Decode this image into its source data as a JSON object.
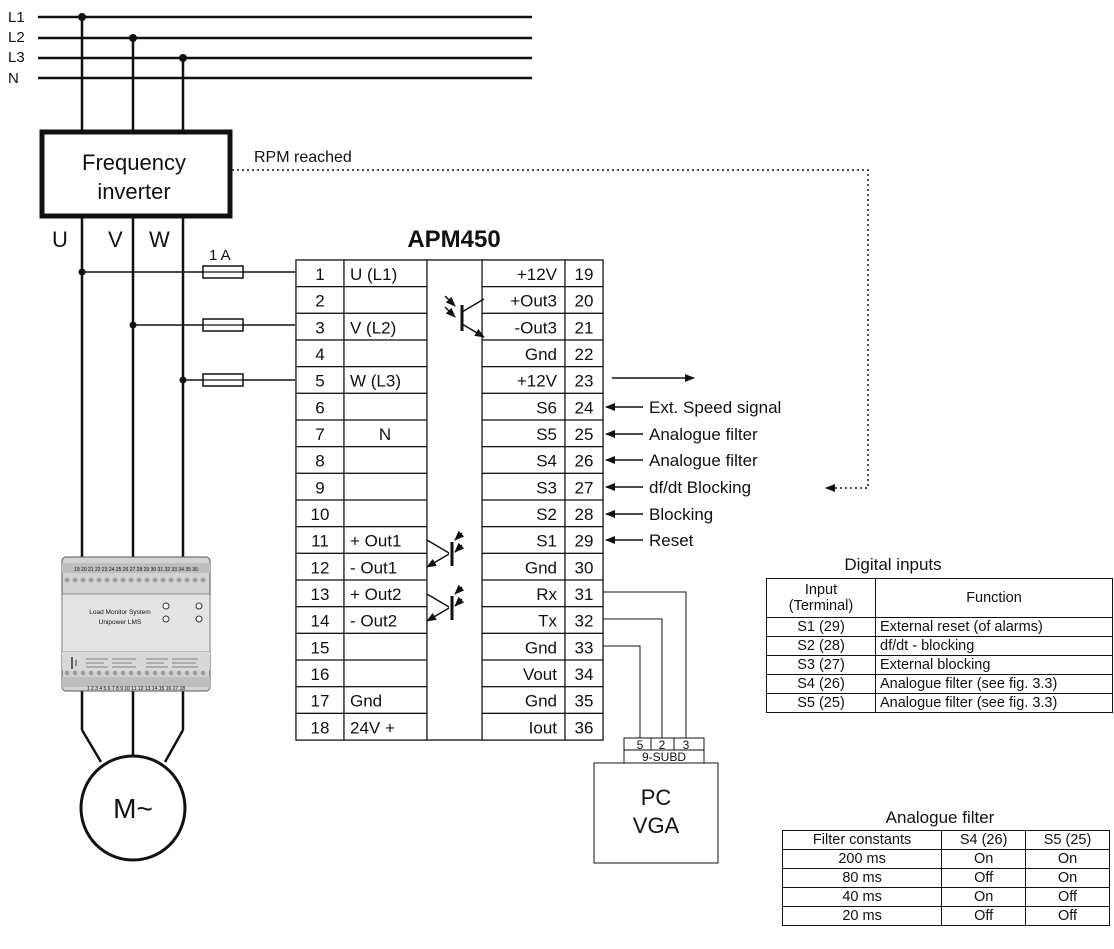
{
  "supply": {
    "lines": [
      "L1",
      "L2",
      "L3",
      "N"
    ]
  },
  "inverter": {
    "line1": "Frequency",
    "line2": "inverter",
    "outputs": [
      "U",
      "V",
      "W"
    ],
    "signal": "RPM reached"
  },
  "fuse": {
    "label": "1 A"
  },
  "device": {
    "title": "APM450",
    "left": [
      {
        "num": "1",
        "label": "U (L1)"
      },
      {
        "num": "2",
        "label": ""
      },
      {
        "num": "3",
        "label": "V (L2)"
      },
      {
        "num": "4",
        "label": ""
      },
      {
        "num": "5",
        "label": "W (L3)"
      },
      {
        "num": "6",
        "label": ""
      },
      {
        "num": "7",
        "label": "N"
      },
      {
        "num": "8",
        "label": ""
      },
      {
        "num": "9",
        "label": ""
      },
      {
        "num": "10",
        "label": ""
      },
      {
        "num": "11",
        "label": "+ Out1"
      },
      {
        "num": "12",
        "label": "- Out1"
      },
      {
        "num": "13",
        "label": "+ Out2"
      },
      {
        "num": "14",
        "label": "- Out2"
      },
      {
        "num": "15",
        "label": ""
      },
      {
        "num": "16",
        "label": ""
      },
      {
        "num": "17",
        "label": "Gnd"
      },
      {
        "num": "18",
        "label": "24V +"
      }
    ],
    "right": [
      {
        "num": "19",
        "label": "+12V"
      },
      {
        "num": "20",
        "label": "+Out3"
      },
      {
        "num": "21",
        "label": "-Out3"
      },
      {
        "num": "22",
        "label": "Gnd"
      },
      {
        "num": "23",
        "label": "+12V"
      },
      {
        "num": "24",
        "label": "S6"
      },
      {
        "num": "25",
        "label": "S5"
      },
      {
        "num": "26",
        "label": "S4"
      },
      {
        "num": "27",
        "label": "S3"
      },
      {
        "num": "28",
        "label": "S2"
      },
      {
        "num": "29",
        "label": "S1"
      },
      {
        "num": "30",
        "label": "Gnd"
      },
      {
        "num": "31",
        "label": "Rx"
      },
      {
        "num": "32",
        "label": "Tx"
      },
      {
        "num": "33",
        "label": "Gnd"
      },
      {
        "num": "34",
        "label": "Vout"
      },
      {
        "num": "35",
        "label": "Gnd"
      },
      {
        "num": "36",
        "label": "Iout"
      }
    ]
  },
  "signals": {
    "s24": "Ext. Speed signal",
    "s25": "Analogue filter",
    "s26": "Analogue filter",
    "s27": "df/dt Blocking",
    "s28": "Blocking",
    "s29": "Reset"
  },
  "pc": {
    "connector": "9-SUBD",
    "pins": [
      "5",
      "2",
      "3"
    ],
    "line1": "PC",
    "line2": "VGA"
  },
  "motor": {
    "label": "M~"
  },
  "module": {
    "line1": "Load Monitor System",
    "line2": "Unipower LMS",
    "top_terminals": "19 20 21 22 23 24 25 26 27 28 29 30 31 32 33 34 35 36",
    "bottom_terminals": "1 2 3 4 5 6 7 8 9 10 11 12 13 14 15 16 17 18"
  },
  "digital_inputs": {
    "title": "Digital inputs",
    "col1_line1": "Input",
    "col1_line2": "(Terminal)",
    "col2": "Function",
    "rows": [
      {
        "input": "S1 (29)",
        "func": "External reset (of alarms)"
      },
      {
        "input": "S2 (28)",
        "func": "df/dt - blocking"
      },
      {
        "input": "S3 (27)",
        "func": "External blocking"
      },
      {
        "input": "S4 (26)",
        "func": "Analogue filter (see fig. 3.3)"
      },
      {
        "input": "S5 (25)",
        "func": "Analogue filter (see fig. 3.3)"
      }
    ]
  },
  "analogue_filter": {
    "title": "Analogue filter",
    "headers": [
      "Filter constants",
      "S4 (26)",
      "S5 (25)"
    ],
    "rows": [
      {
        "c": "200 ms",
        "s4": "On",
        "s5": "On"
      },
      {
        "c": "80 ms",
        "s4": "Off",
        "s5": "On"
      },
      {
        "c": "40 ms",
        "s4": "On",
        "s5": "Off"
      },
      {
        "c": "20 ms",
        "s4": "Off",
        "s5": "Off"
      }
    ]
  }
}
